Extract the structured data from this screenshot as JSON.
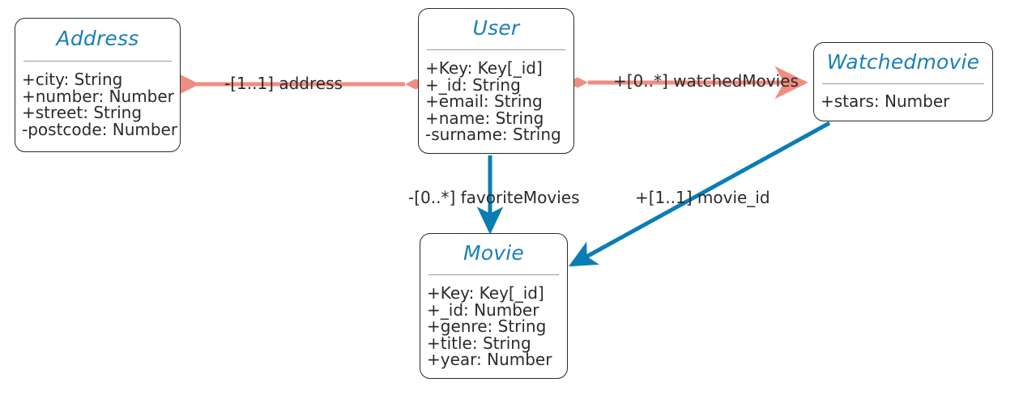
{
  "diagram": {
    "type": "uml-class-diagram",
    "colors": {
      "class_title": "#1a7fb8",
      "class_border": "#2b2b2b",
      "class_background": "#ffffff",
      "separator": "#9a9a9a",
      "attribute_text": "#2b2b2b",
      "association_salmon": "#f08d82",
      "association_blue": "#0b7db5",
      "canvas_background": "#ffffff"
    },
    "classes": [
      {
        "id": "address",
        "name": "Address",
        "attributes": [
          "+city: String",
          "+number: Number",
          "+street: String",
          "-postcode: Number"
        ]
      },
      {
        "id": "user",
        "name": "User",
        "attributes": [
          "+Key: Key[_id]",
          "+_id: String",
          "+email: String",
          "+name: String",
          "-surname: String"
        ]
      },
      {
        "id": "watchedmovie",
        "name": "Watchedmovie",
        "attributes": [
          "+stars: Number"
        ]
      },
      {
        "id": "movie",
        "name": "Movie",
        "attributes": [
          "+Key: Key[_id]",
          "+_id: Number",
          "+genre: String",
          "+title: String",
          "+year: Number"
        ]
      }
    ],
    "associations": [
      {
        "id": "address-assoc",
        "label": "-[1..1] address",
        "visibility": "-",
        "multiplicity": "[1..1]",
        "role": "address",
        "source": "user",
        "target": "address",
        "source_marker": "filled-diamond",
        "target_marker": "open-arrow",
        "color": "#f08d82"
      },
      {
        "id": "watchedmovies-assoc",
        "label": "+[0..*] watchedMovies",
        "visibility": "+",
        "multiplicity": "[0..*]",
        "role": "watchedMovies",
        "source": "user",
        "target": "watchedmovie",
        "source_marker": "filled-diamond",
        "target_marker": "open-arrow",
        "color": "#f08d82"
      },
      {
        "id": "favoritemovies-assoc",
        "label": "-[0..*] favoriteMovies",
        "visibility": "-",
        "multiplicity": "[0..*]",
        "role": "favoriteMovies",
        "source": "user",
        "target": "movie",
        "source_marker": "none",
        "target_marker": "solid-arrow",
        "color": "#0b7db5"
      },
      {
        "id": "movieid-assoc",
        "label": "+[1..1] movie_id",
        "visibility": "+",
        "multiplicity": "[1..1]",
        "role": "movie_id",
        "source": "watchedmovie",
        "target": "movie",
        "source_marker": "none",
        "target_marker": "solid-arrow",
        "color": "#0b7db5"
      }
    ]
  }
}
